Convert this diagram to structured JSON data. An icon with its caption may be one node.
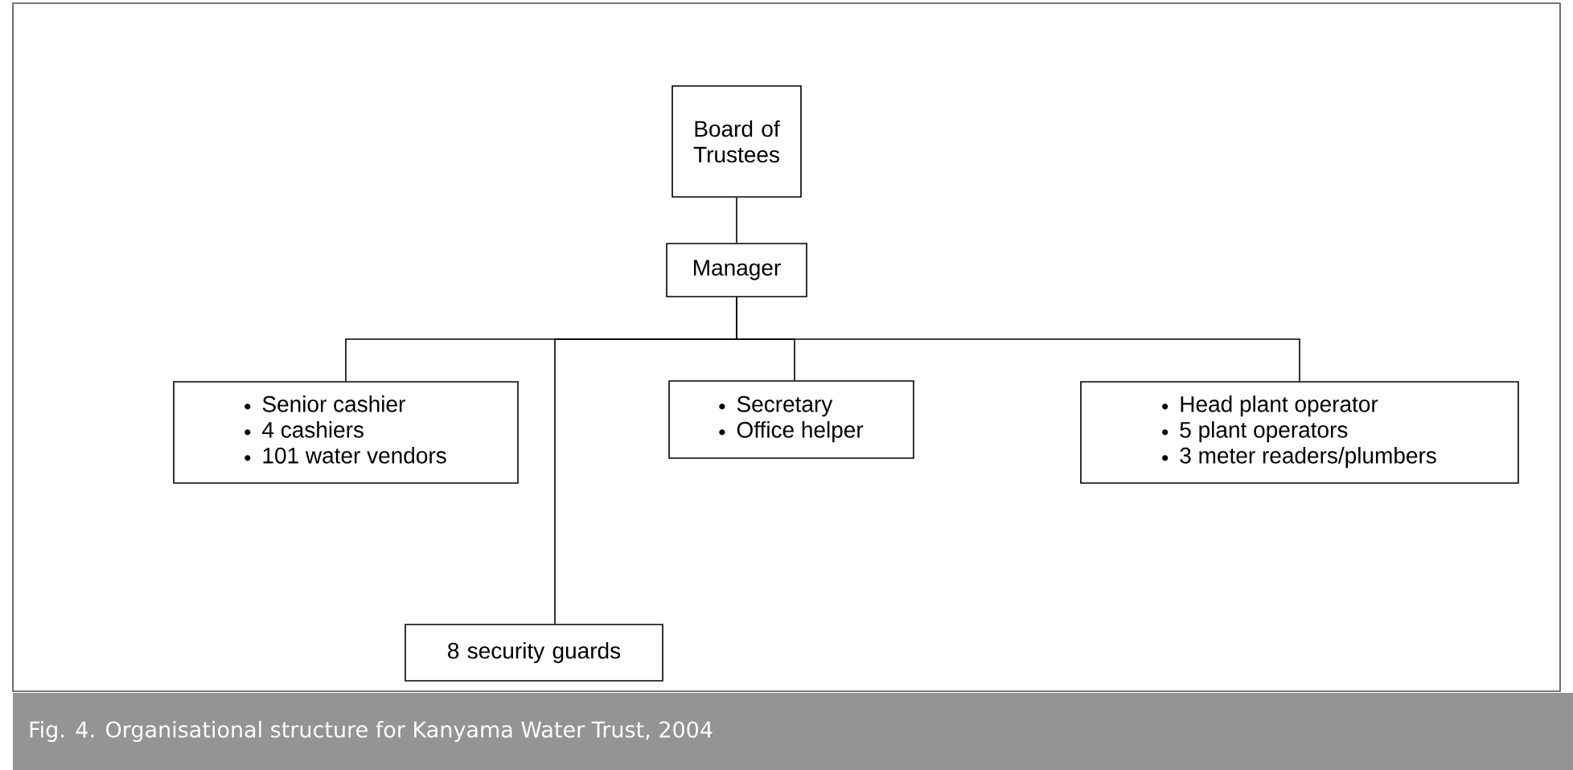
{
  "diagram": {
    "caption": "Fig. 4. Organisational structure for Kanyama Water Trust, 2004",
    "nodes": [
      {
        "text": [
          "Board of Trustees"
        ]
      },
      {
        "text": [
          "Manager"
        ]
      },
      {
        "text": [
          "Senior cashier",
          "4 cashiers",
          "101 water vendors"
        ]
      },
      {
        "text": [
          "Secretary",
          "Office helper"
        ]
      },
      {
        "text": [
          "Head plant operator",
          "5 plant operators",
          "3 meter readers/plumbers"
        ]
      },
      {
        "text": [
          "8 security guards"
        ]
      }
    ],
    "edges": [
      {
        "from": 0,
        "to": 1,
        "arrow": "none"
      },
      {
        "from": 1,
        "to": 2,
        "arrow": "none"
      },
      {
        "from": 1,
        "to": 3,
        "arrow": "none"
      },
      {
        "from": 1,
        "to": 4,
        "arrow": "none"
      },
      {
        "from": 1,
        "to": 5,
        "arrow": "none"
      }
    ]
  }
}
